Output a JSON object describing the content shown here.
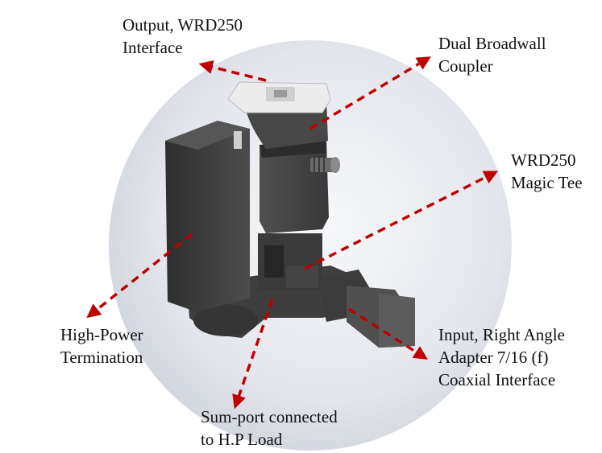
{
  "labels": {
    "output": {
      "line1": "Output, WRD250",
      "line2": "Interface"
    },
    "coupler": {
      "line1": "Dual Broadwall",
      "line2": "Coupler"
    },
    "magic_tee": {
      "line1": "WRD250",
      "line2": "Magic Tee"
    },
    "termination": {
      "line1": "High-Power",
      "line2": "Termination"
    },
    "input": {
      "line1": "Input, Right Angle",
      "line2": "Adapter 7/16 (f)",
      "line3": "Coaxial Interface"
    },
    "sum_port": {
      "line1": "Sum-port connected",
      "line2": "to H.P Load"
    }
  },
  "colors": {
    "arrow": "#c00000",
    "metal_dark": "#3c3c3c",
    "metal_mid": "#4a4a4a",
    "flange": "#ececec",
    "backdrop": "#dfe2e8"
  }
}
